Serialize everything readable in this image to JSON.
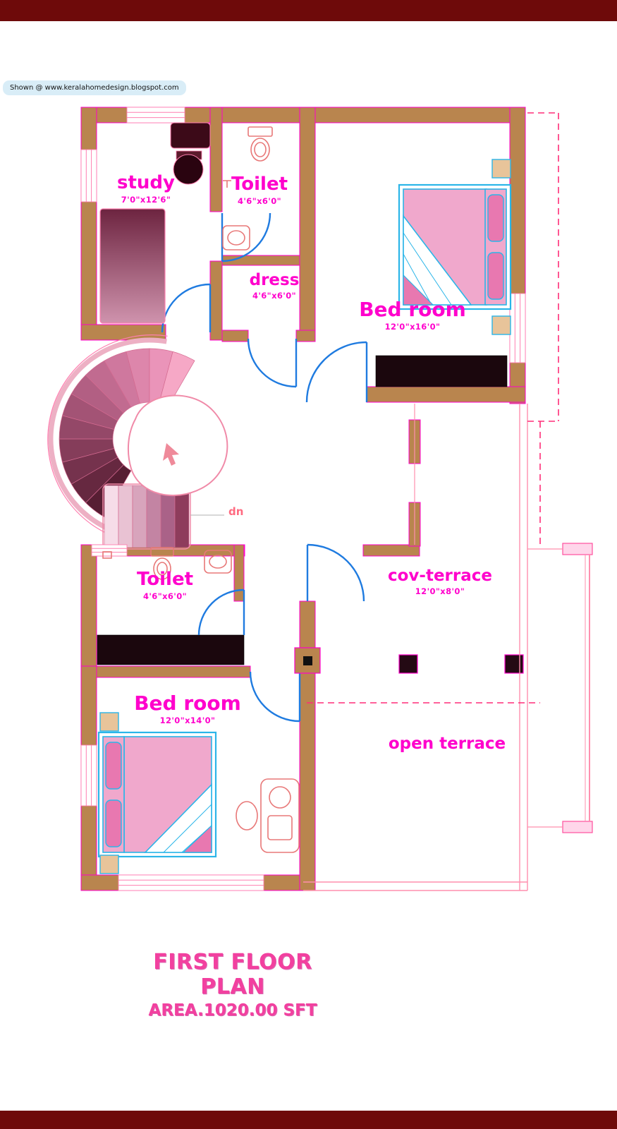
{
  "page": {
    "watermark": "Shown @  www.keralahomedesign.blogspot.com",
    "title": "FIRST FLOOR PLAN",
    "area": "AREA.1020.00 SFT"
  },
  "rooms": [
    {
      "name": "study",
      "dims": "7'0\"x12'6\""
    },
    {
      "name": "Toilet",
      "dims": "4'6\"x6'0\""
    },
    {
      "name": "dress",
      "dims": "4'6\"x6'0\""
    },
    {
      "name": "Bed room",
      "dims": "12'0\"x16'0\""
    },
    {
      "name": "Toilet",
      "dims": "4'6\"x6'0\""
    },
    {
      "name": "cov-terrace",
      "dims": "12'0\"x8'0\""
    },
    {
      "name": "Bed room",
      "dims": "12'0\"x14'0\""
    },
    {
      "name": "open terrace",
      "dims": ""
    }
  ],
  "annotations": {
    "down_label": "dn"
  },
  "colors": {
    "wall_brown": "#b9854e",
    "label_magenta": "#ff00cc",
    "door_blue": "#1f7be0",
    "bed_cyan": "#2bb5e8",
    "accent_pink": "#f0a8cc",
    "title_pink": "#f2409f",
    "border_bar": "#6e0a0a"
  }
}
